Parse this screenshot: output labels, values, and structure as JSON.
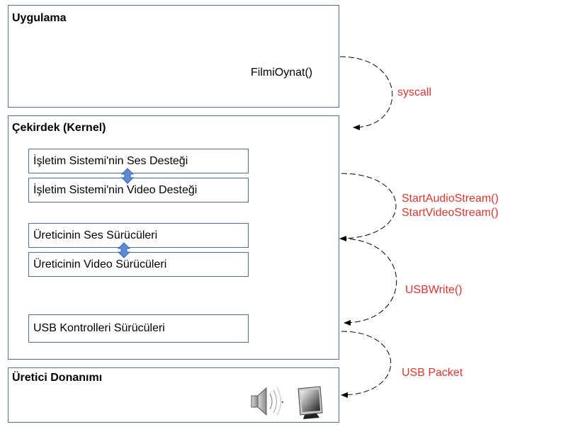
{
  "app_panel": {
    "title": "Uygulama",
    "call": "FilmiOynat()"
  },
  "kernel_panel": {
    "title": "Çekirdek (Kernel)",
    "boxes": [
      "İşletim Sistemi'nin Ses Desteği",
      "İşletim Sistemi'nin Video Desteği",
      "Üreticinin Ses Sürücüleri",
      "Üreticinin Video Sürücüleri",
      "USB Kontrolleri Sürücüleri"
    ]
  },
  "hardware_panel": {
    "title": "Üretici Donanımı"
  },
  "edge_labels": {
    "syscall": "syscall",
    "start_audio": "StartAudioStream()",
    "start_video": "StartVideoStream()",
    "usbwrite": "USBWrite()",
    "usb_packet": "USB Packet"
  },
  "colors": {
    "border": "#4a6fa5",
    "label_red": "#e8312a",
    "link_arrow": "#5b8bd6"
  },
  "icons": [
    "speaker-icon",
    "monitor-icon"
  ]
}
